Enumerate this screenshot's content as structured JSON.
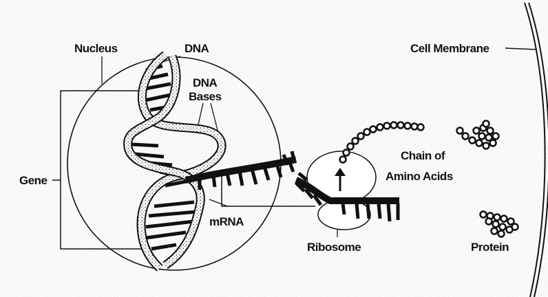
{
  "labels": {
    "nucleus": "Nucleus",
    "dna": "DNA",
    "dna_bases_1": "DNA",
    "dna_bases_2": "Bases",
    "gene": "Gene",
    "mrna": "mRNA",
    "cell_membrane": "Cell Membrane",
    "chain_1": "Chain of",
    "chain_2": "Amino Acids",
    "ribosome": "Ribosome",
    "protein": "Protein"
  },
  "colors": {
    "ink": "#111111",
    "paper": "#ffffff",
    "speckle": "#9a9a9a"
  }
}
